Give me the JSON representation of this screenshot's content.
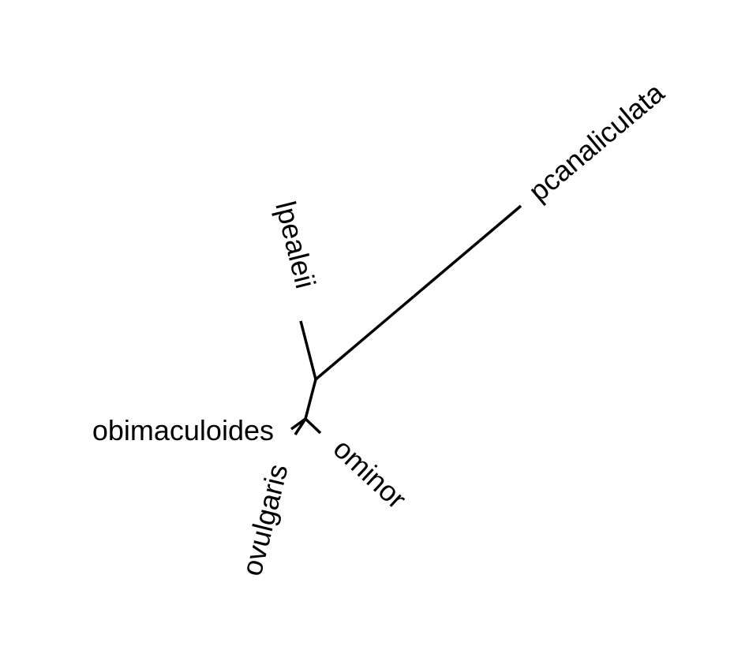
{
  "tree": {
    "type": "unrooted-phylogeny",
    "tips": [
      {
        "id": "pcanaliculata",
        "label": "pcanaliculata"
      },
      {
        "id": "lpealeii",
        "label": "lpealeii"
      },
      {
        "id": "obimaculoides",
        "label": "obimaculoides"
      },
      {
        "id": "ovulgaris",
        "label": "ovulgaris"
      },
      {
        "id": "ominor",
        "label": "ominor"
      }
    ],
    "line_color": "#000000",
    "label_color": "#000000"
  }
}
